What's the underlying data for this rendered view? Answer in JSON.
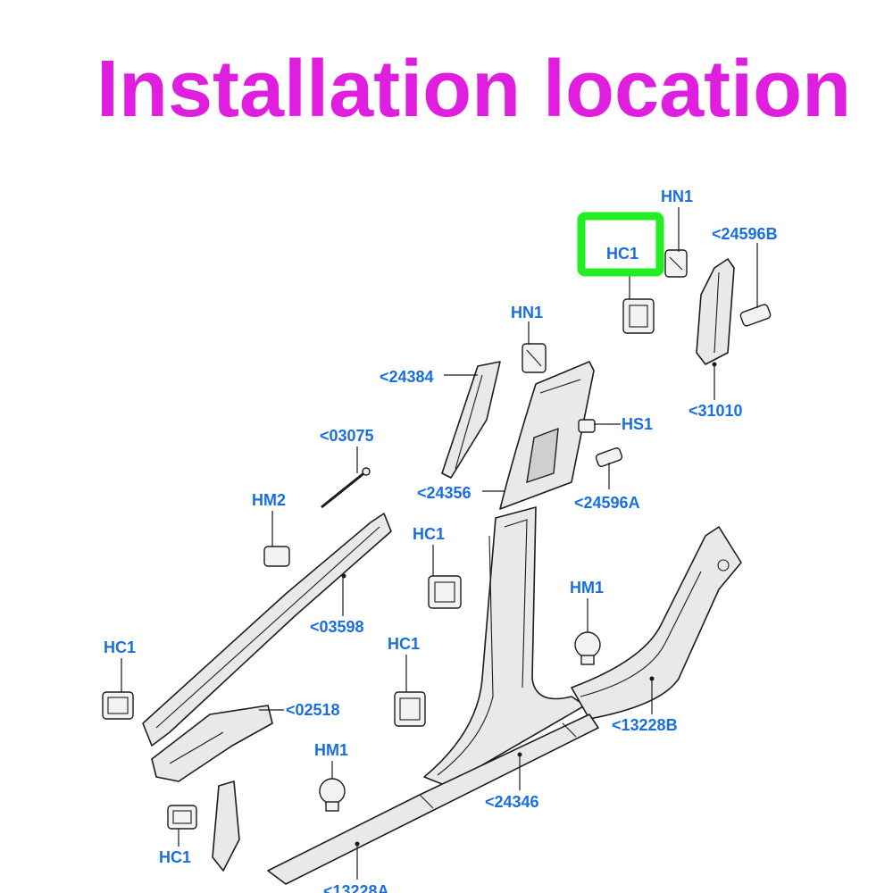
{
  "title": "Installation location",
  "highlight_color": "#22ee22",
  "title_color": "#e01ee0",
  "label_color": "#1a6fe0",
  "labels": {
    "hn1_top": "HN1",
    "hc1_highlight": "HC1",
    "p24596b": "<24596B",
    "hn1_mid": "HN1",
    "p24384": "<24384",
    "p31010": "<31010",
    "hs1": "HS1",
    "p03075": "<03075",
    "p24356": "<24356",
    "p24596a": "<24596A",
    "hm2": "HM2",
    "hc1_center": "HC1",
    "hm1_right": "HM1",
    "p03598": "<03598",
    "hc1_left": "HC1",
    "hc1_mid": "HC1",
    "p02518": "<02518",
    "p13228b": "<13228B",
    "hm1_lower": "HM1",
    "p24346": "<24346",
    "hc1_bottom": "HC1",
    "p13228a": "<13228A"
  }
}
